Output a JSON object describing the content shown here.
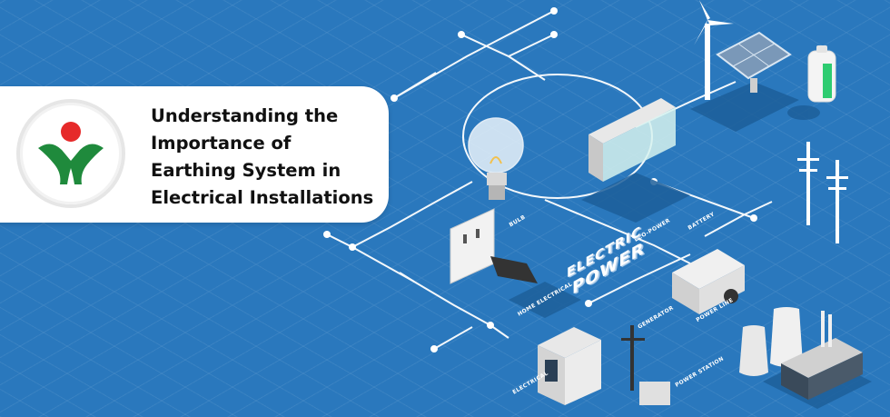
{
  "title_lines": [
    "Understanding the",
    "Importance of",
    "Earthing System in",
    "Electrical Installations"
  ],
  "headline": {
    "line1": "ELECTRIC",
    "line2": "POWER"
  },
  "labels": {
    "bulb": "BULB",
    "eco_power": "ECO-POWER",
    "battery": "BATTERY",
    "home_electrical": "HOME ELECTRICAL",
    "generator": "GENERATOR",
    "power_station": "POWER STATION",
    "electrical": "ELECTRICAL",
    "power_line": "POWER LINE"
  },
  "colors": {
    "background": "#2a78bd",
    "card": "#ffffff",
    "logo_red": "#e62a2a",
    "logo_green": "#1f8a3c",
    "battery_green": "#2ecc71"
  }
}
